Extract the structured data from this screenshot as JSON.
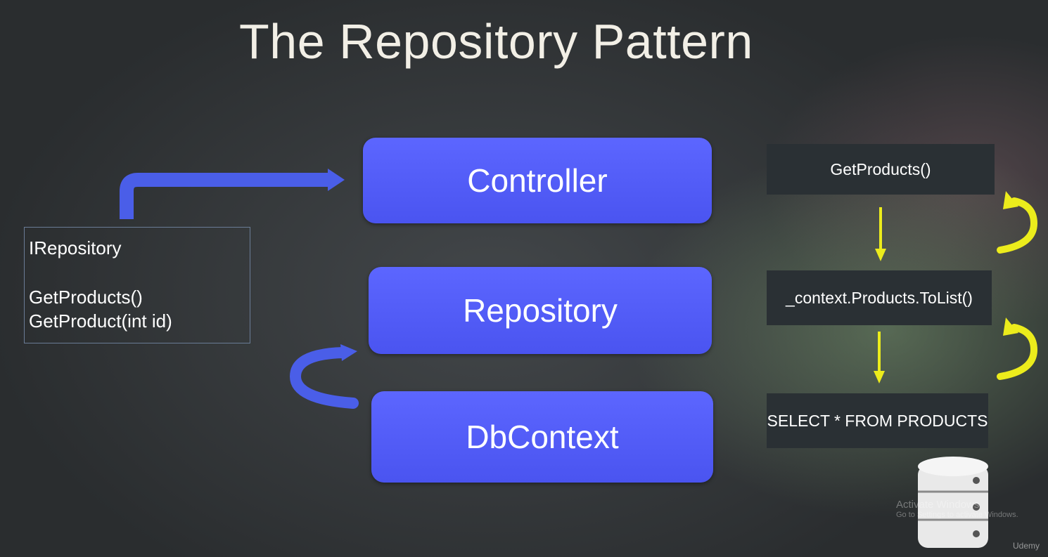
{
  "title": "The Repository Pattern",
  "layers": {
    "controller": "Controller",
    "repository": "Repository",
    "dbcontext": "DbContext"
  },
  "interface": {
    "name": "IRepository",
    "methods": [
      "GetProducts()",
      "GetProduct(int id)"
    ]
  },
  "flow": {
    "step1": "GetProducts()",
    "step2": "_context.Products.ToList()",
    "step3": "SELECT * FROM PRODUCTS"
  },
  "watermark": {
    "line1": "Activate Windows",
    "line2": "Go to Settings to activate Windows.",
    "brand": "Udemy"
  },
  "colors": {
    "layer_blue": "#5560f7",
    "arrow_blue": "#4a5ee8",
    "arrow_yellow": "#ecec1c",
    "step_box": "#2a3034"
  },
  "icons": [
    "database-icon",
    "cursor-icon"
  ]
}
